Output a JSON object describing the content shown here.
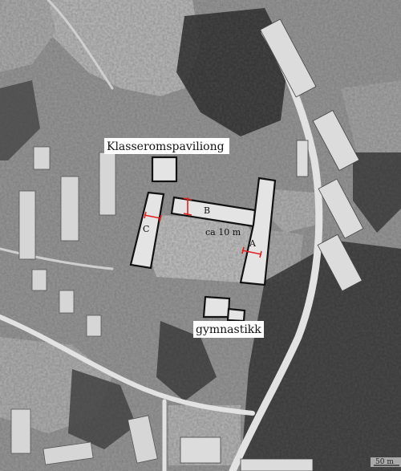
{
  "labels": {
    "pavilion": "Klasseromspaviliong",
    "gym": "gymnastikk",
    "distance": "ca 10 m",
    "building_a": "A",
    "building_b": "B",
    "building_c": "C"
  },
  "scale": "50 m",
  "colors": {
    "outline": "#111111",
    "measure": "#e02020",
    "label_bg": "#ffffff"
  }
}
